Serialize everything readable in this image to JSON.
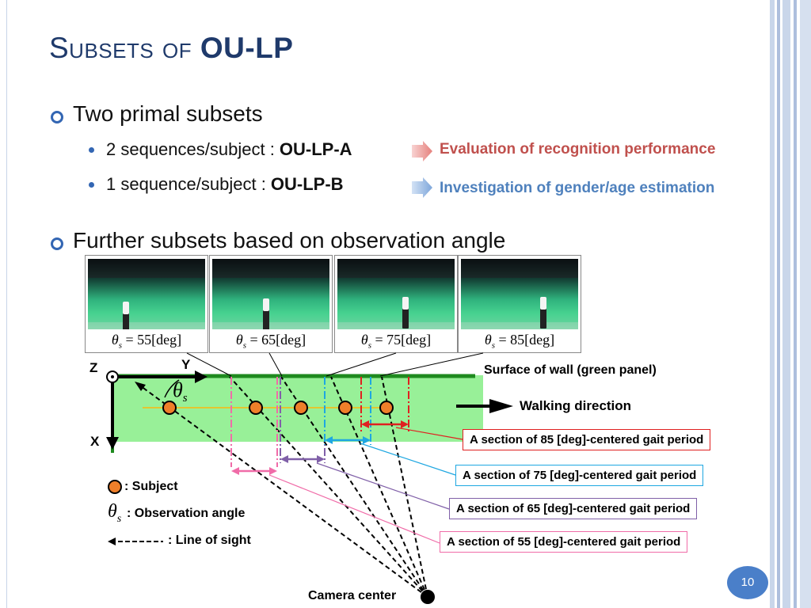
{
  "slide": {
    "title_prefix": "Subsets of ",
    "title_bold": "OU-LP",
    "bullets": {
      "primal": "Two primal subsets",
      "seq2_text": "2 sequences/subject : ",
      "seq2_bold": "OU-LP-A",
      "seq1_text": "1 sequence/subject  : ",
      "seq1_bold": "OU-LP-B",
      "further": "Further subsets based on observation angle"
    },
    "notes": {
      "eval": "Evaluation of recognition performance",
      "invest": "Investigation of gender/age estimation"
    },
    "angles": [
      "55[deg]",
      "65[deg]",
      "75[deg]",
      "85[deg]"
    ],
    "angle_prefix": "θs = ",
    "diagram": {
      "axis_z": "Z",
      "axis_y": "Y",
      "axis_x": "X",
      "theta": "θs",
      "wall": "Surface of wall (green panel)",
      "walking": "Walking direction",
      "sections": [
        "A section of 85 [deg]-centered gait period",
        "A section of 75 [deg]-centered gait period",
        "A section of 65 [deg]-centered gait period",
        "A section of 55 [deg]-centered gait period"
      ],
      "legend_subject": ": Subject",
      "legend_angle": ": Observation angle",
      "legend_sight": ": Line of sight",
      "camera": "Camera center"
    },
    "page_number": "10",
    "colors": {
      "title": "#1f3a6b",
      "accent": "#3366b3",
      "eval_red": "#c0504d",
      "invest_blue": "#4f81bd",
      "wall_green": "#98f098",
      "subject_orange": "#ef7f2a"
    }
  }
}
